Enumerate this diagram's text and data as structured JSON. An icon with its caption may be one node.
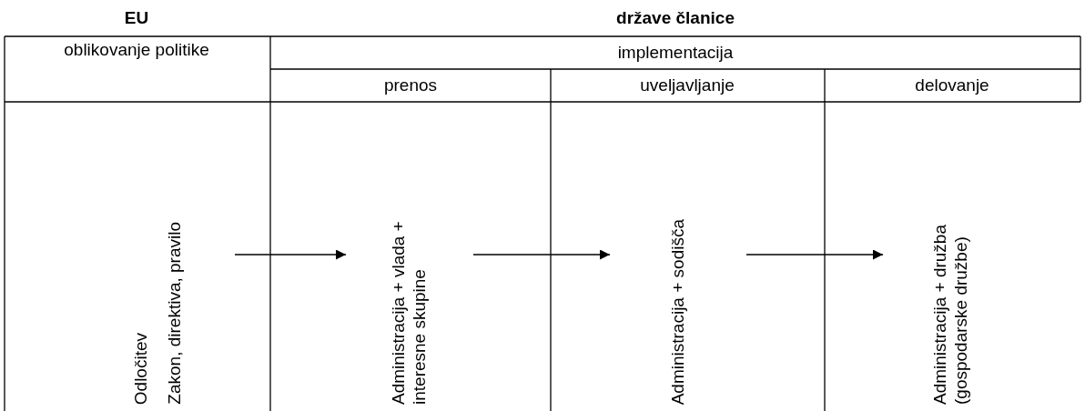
{
  "diagram": {
    "nodes": [
      {
        "text": [
          "Odločitev",
          "Zakon, direktiva, pravilo"
        ]
      },
      {
        "text": [
          "Administracija + vlada + interesne skupine"
        ]
      },
      {
        "text": [
          "Administracija + sodišča"
        ]
      },
      {
        "text": [
          "Administracija + družba (gospodarske družbe)"
        ]
      }
    ],
    "edges": [
      {
        "from": 0,
        "to": 1,
        "arrow": "to"
      },
      {
        "from": 1,
        "to": 2,
        "arrow": "to"
      },
      {
        "from": 2,
        "to": 3,
        "arrow": "to"
      }
    ],
    "labels": [
      "EU",
      "države članice",
      "oblikovanje politike",
      "implementacija",
      "prenos",
      "uveljavljanje",
      "delovanje"
    ]
  }
}
